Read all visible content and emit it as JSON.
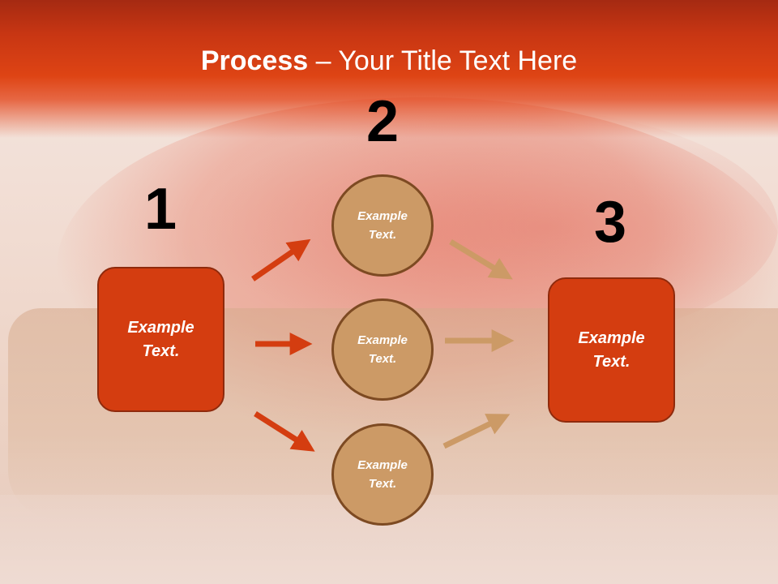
{
  "slide": {
    "title_bold": "Process",
    "title_rest": " – Your Title Text Here"
  },
  "steps": [
    {
      "number": "1",
      "text_line1": "Example",
      "text_line2": "Text."
    },
    {
      "number": "2"
    },
    {
      "number": "3",
      "text_line1": "Example",
      "text_line2": "Text."
    }
  ],
  "circles": [
    {
      "text_line1": "Example",
      "text_line2": "Text."
    },
    {
      "text_line1": "Example",
      "text_line2": "Text."
    },
    {
      "text_line1": "Example",
      "text_line2": "Text."
    }
  ],
  "colors": {
    "title_band": "#de4414",
    "box_fill": "#d43d10",
    "circle_fill": "#cc9a66",
    "left_arrows": "#d43d10",
    "right_arrows": "#cc9a66"
  }
}
